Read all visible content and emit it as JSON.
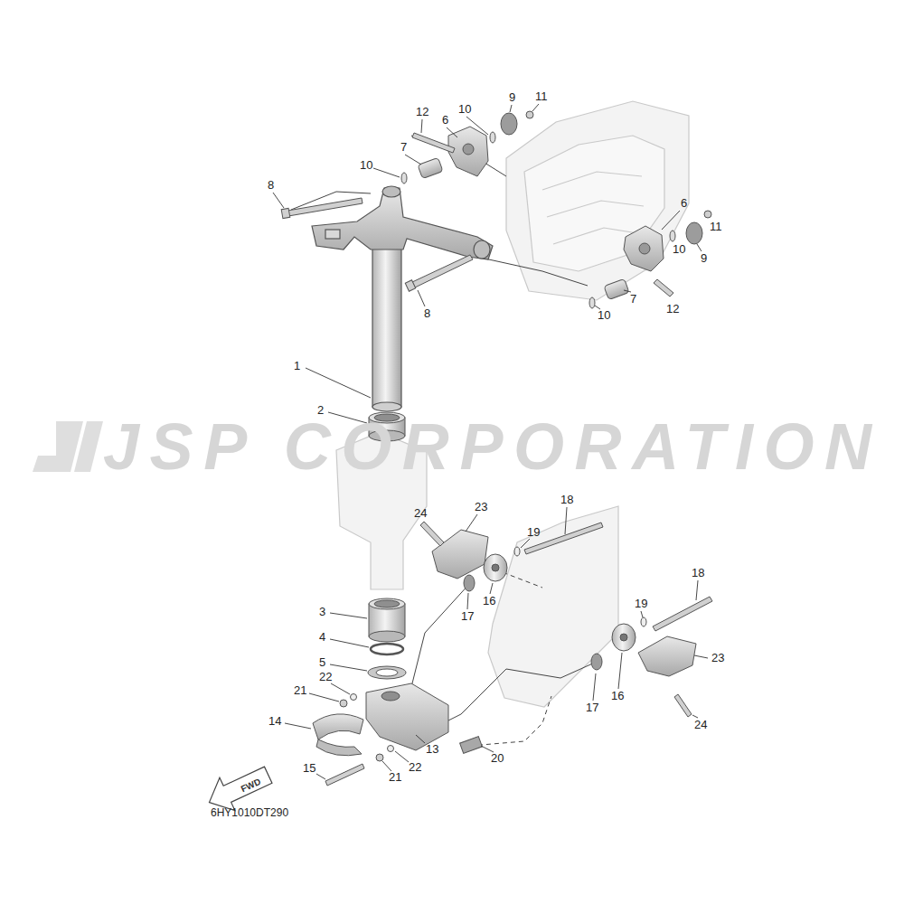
{
  "diagram": {
    "labels": [
      "9",
      "11",
      "12",
      "10",
      "6",
      "7",
      "10",
      "8",
      "6",
      "11",
      "10",
      "9",
      "7",
      "12",
      "8",
      "10",
      "1",
      "2",
      "JSP CORPORATION",
      "23",
      "18",
      "24",
      "19",
      "16",
      "17",
      "3",
      "18",
      "19",
      "4",
      "5",
      "22",
      "21",
      "23",
      "16",
      "17",
      "14",
      "13",
      "22",
      "21",
      "20",
      "24",
      "15",
      "FWD",
      "6HY1010DT290"
    ]
  }
}
